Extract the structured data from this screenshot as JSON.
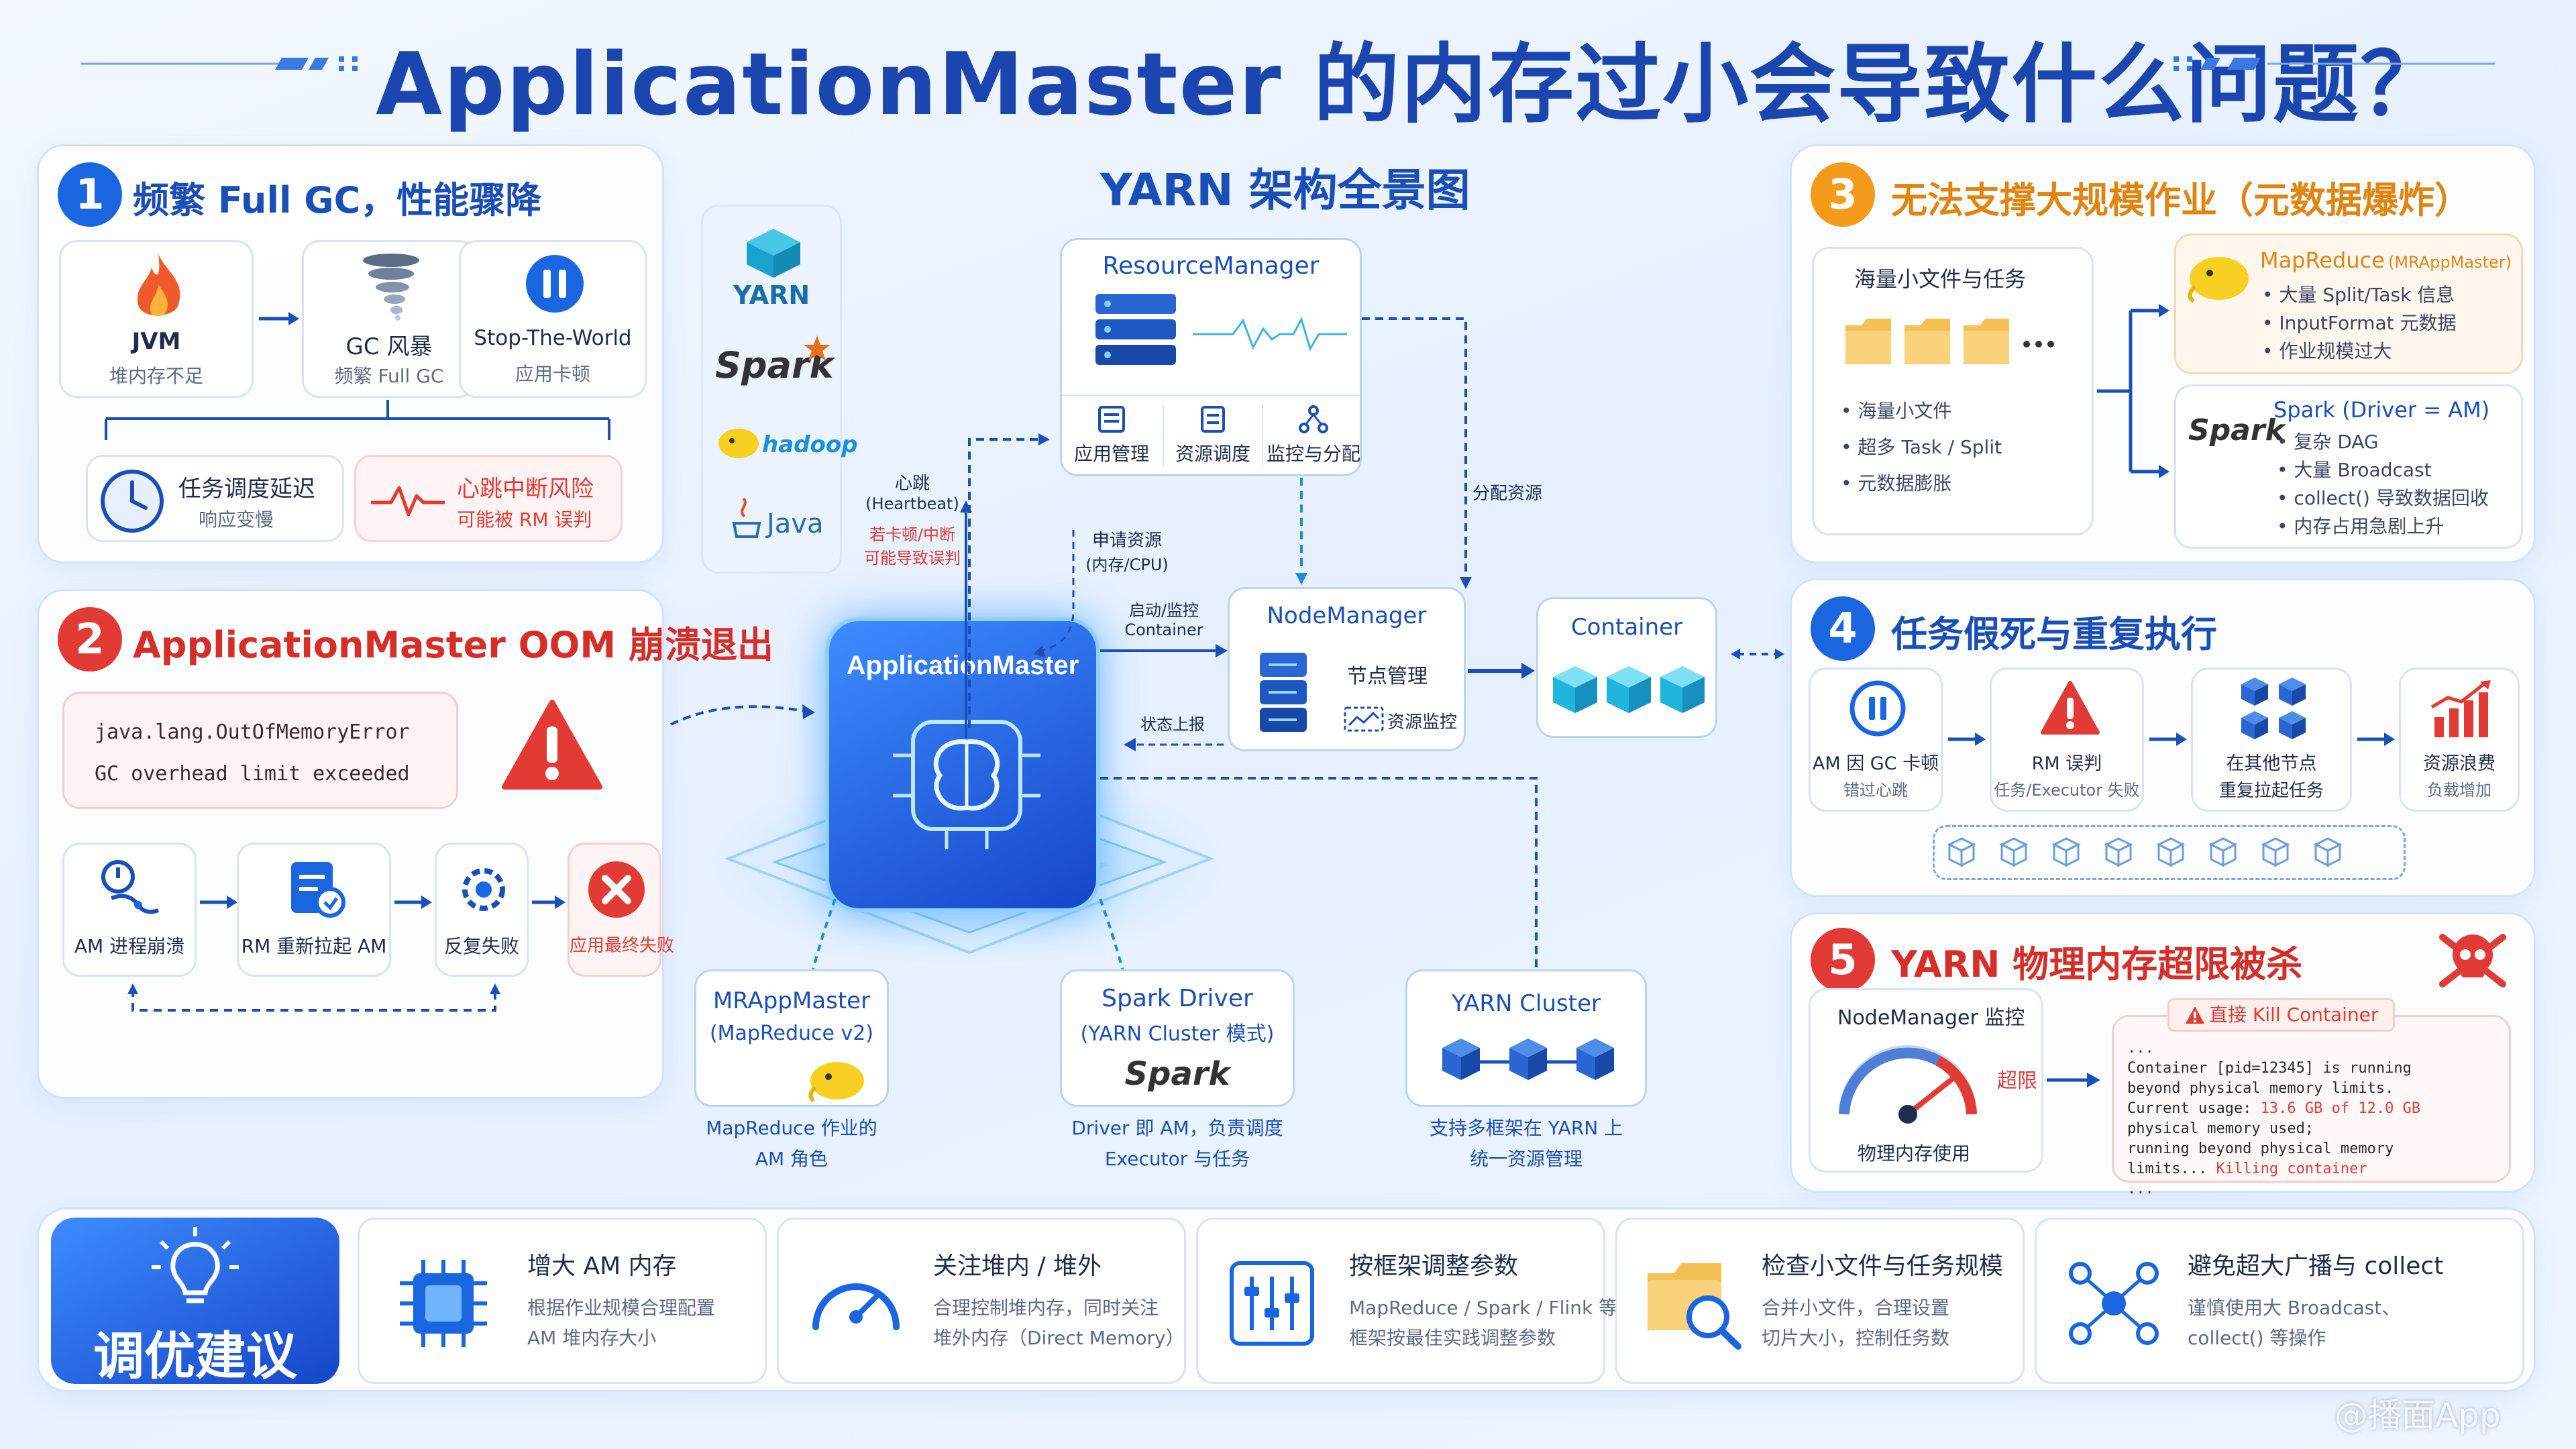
{
  "header": {
    "title": "ApplicationMaster 的内存过小会导致什么问题？",
    "watermark": "@播面App"
  },
  "sec1": {
    "num": "1",
    "title": "频繁 Full GC，性能骤降",
    "jvm_title": "JVM",
    "jvm_sub": "堆内存不足",
    "gc_title": "GC 风暴",
    "gc_sub": "频繁 Full GC",
    "stw_title": "Stop-The-World",
    "stw_sub": "应用卡顿",
    "delay_title": "任务调度延迟",
    "delay_sub": "响应变慢",
    "hb_title": "心跳中断风险",
    "hb_sub": "可能被 RM 误判"
  },
  "sec2": {
    "num": "2",
    "title": "ApplicationMaster OOM 崩溃退出",
    "err1": "java.lang.OutOfMemoryError",
    "err2": "GC overhead limit exceeded",
    "steps": [
      "AM 进程崩溃",
      "RM 重新拉起 AM",
      "反复失败",
      "应用最终失败"
    ]
  },
  "center": {
    "title": "YARN 架构全景图",
    "logos": [
      "YARN",
      "Spark",
      "hadoop",
      "Java"
    ],
    "rm_title": "ResourceManager",
    "rm_items": [
      "应用管理",
      "资源调度",
      "监控与分配"
    ],
    "nm_title": "NodeManager",
    "nm_item1": "节点管理",
    "nm_item2": "资源监控",
    "container_title": "Container",
    "am_title": "ApplicationMaster",
    "hb_label1": "心跳",
    "hb_label2": "(Heartbeat)",
    "hb_warn1": "若卡顿/中断",
    "hb_warn2": "可能导致误判",
    "req_label1": "申请资源",
    "req_label2": "(内存/CPU)",
    "alloc_label": "分配资源",
    "start_label1": "启动/监控",
    "start_label2": "Container",
    "status_label": "状态上报",
    "mr_title": "MRAppMaster",
    "mr_sub": "(MapReduce v2)",
    "mr_desc1": "MapReduce 作业的",
    "mr_desc2": "AM 角色",
    "sd_title": "Spark Driver",
    "sd_sub": "(YARN Cluster 模式)",
    "sd_desc1": "Driver 即 AM，负责调度",
    "sd_desc2": "Executor 与任务",
    "yc_title": "YARN Cluster",
    "yc_desc1": "支持多框架在 YARN 上",
    "yc_desc2": "统一资源管理"
  },
  "sec3": {
    "num": "3",
    "title": "无法支撑大规模作业（元数据爆炸）",
    "left_title": "海量小文件与任务",
    "left_bullets": [
      "海量小文件",
      "超多 Task / Split",
      "元数据膨胀"
    ],
    "mr_title": "MapReduce",
    "mr_tag": "(MRAppMaster)",
    "mr_bullets": [
      "大量 Split/Task 信息",
      "InputFormat 元数据",
      "作业规模过大"
    ],
    "sp_title": "Spark (Driver = AM)",
    "sp_bullets": [
      "复杂 DAG",
      "大量 Broadcast",
      "collect() 导致数据回收",
      "内存占用急剧上升"
    ]
  },
  "sec4": {
    "num": "4",
    "title": "任务假死与重复执行",
    "steps": [
      {
        "t": "AM 因 GC 卡顿",
        "s": "错过心跳"
      },
      {
        "t": "RM 误判",
        "s": "任务/Executor 失败"
      },
      {
        "t": "在其他节点",
        "s": "重复拉起任务"
      },
      {
        "t": "资源浪费",
        "s": "负载增加"
      }
    ]
  },
  "sec5": {
    "num": "5",
    "title": "YARN 物理内存超限被杀",
    "monitor_title": "NodeManager 监控",
    "gauge_label": "超限",
    "gauge_sub": "物理内存使用",
    "kill_label": "直接 Kill Container",
    "log": {
      "l0": "...",
      "l1": "Container [pid=12345] is running",
      "l2": "beyond physical memory limits.",
      "l3a": "Current usage: ",
      "l3b": "13.6 GB of 12.0 GB",
      "l4": "physical memory used;",
      "l5": "running beyond physical memory",
      "l6a": "limits... ",
      "l6b": "Killing container",
      "l7": "..."
    }
  },
  "advice": {
    "title": "调优建议",
    "items": [
      {
        "t": "增大 AM 内存",
        "d1": "根据作业规模合理配置",
        "d2": "AM 堆内存大小"
      },
      {
        "t": "关注堆内 / 堆外",
        "d1": "合理控制堆内存，同时关注",
        "d2": "堆外内存（Direct Memory）"
      },
      {
        "t": "按框架调整参数",
        "d1": "MapReduce / Spark / Flink 等",
        "d2": "框架按最佳实践调整参数"
      },
      {
        "t": "检查小文件与任务规模",
        "d1": "合并小文件，合理设置",
        "d2": "切片大小，控制任务数"
      },
      {
        "t": "避免超大广播与 collect",
        "d1": "谨慎使用大 Broadcast、",
        "d2": "collect() 等操作"
      }
    ]
  },
  "colors": {
    "blue": "#1a66e0",
    "red": "#e23a35",
    "orange": "#f59a1b",
    "navy": "#1b4fb8"
  }
}
